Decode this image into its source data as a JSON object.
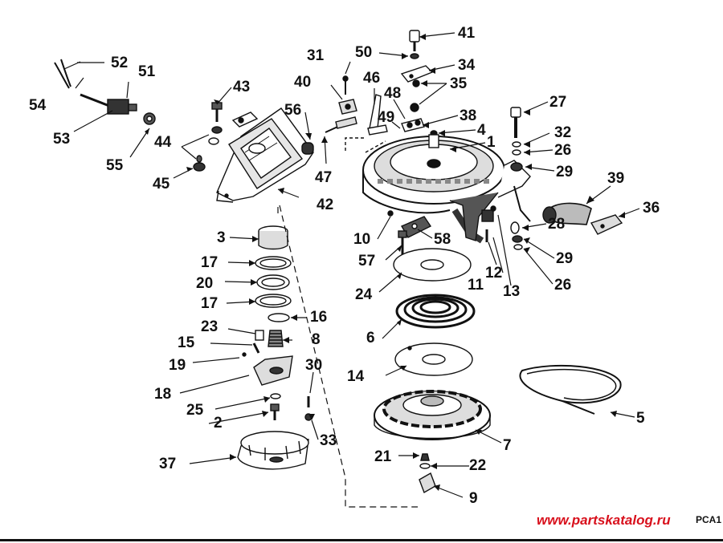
{
  "labels": {
    "l1": "1",
    "l2": "2",
    "l3": "3",
    "l4": "4",
    "l5": "5",
    "l6": "6",
    "l7": "7",
    "l8": "8",
    "l9": "9",
    "l10": "10",
    "l11": "11",
    "l12": "12",
    "l13": "13",
    "l14": "14",
    "l15": "15",
    "l16": "16",
    "l17a": "17",
    "l17b": "17",
    "l18": "18",
    "l19": "19",
    "l20": "20",
    "l21": "21",
    "l22": "22",
    "l23": "23",
    "l24": "24",
    "l25": "25",
    "l26a": "26",
    "l26b": "26",
    "l27": "27",
    "l28": "28",
    "l29a": "29",
    "l29b": "29",
    "l30": "30",
    "l31": "31",
    "l32": "32",
    "l33": "33",
    "l34": "34",
    "l35": "35",
    "l36": "36",
    "l37": "37",
    "l38": "38",
    "l39": "39",
    "l40": "40",
    "l41": "41",
    "l42": "42",
    "l43": "43",
    "l44": "44",
    "l45": "45",
    "l46": "46",
    "l47": "47",
    "l48": "48",
    "l49": "49",
    "l50": "50",
    "l51": "51",
    "l52": "52",
    "l53": "53",
    "l54": "54",
    "l55": "55",
    "l56": "56",
    "l57": "57",
    "l58": "58"
  },
  "watermark": "www.partskatalog.ru",
  "diagram_code": "PCA1",
  "colors": {
    "line": "#111111",
    "watermark": "#d8101c",
    "background": "#ffffff"
  }
}
